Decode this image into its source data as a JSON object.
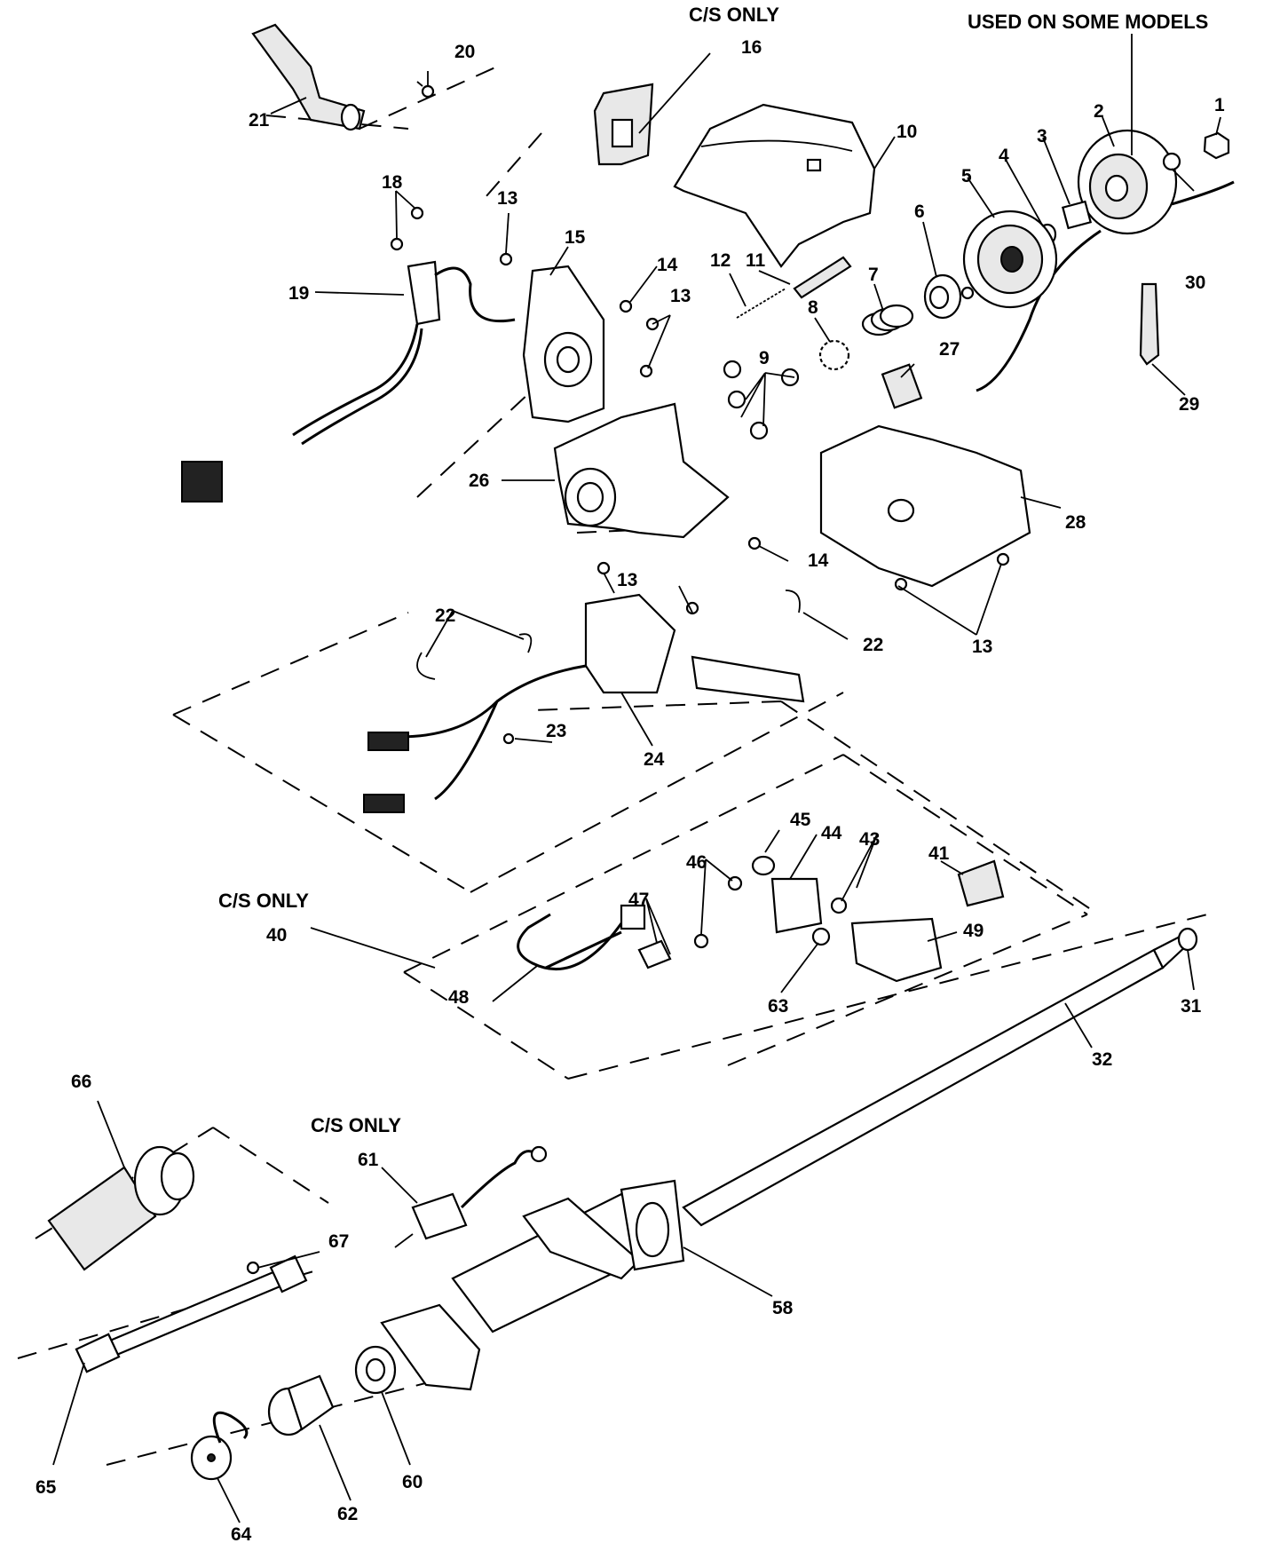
{
  "headers": {
    "cs_only_top": "C/S ONLY",
    "used_on_some_models": "USED ON SOME MODELS",
    "cs_only_mid": "C/S ONLY",
    "cs_only_bottom": "C/S ONLY"
  },
  "callouts": {
    "c1": "1",
    "c2": "2",
    "c3": "3",
    "c4": "4",
    "c5": "5",
    "c6": "6",
    "c7": "7",
    "c8": "8",
    "c9": "9",
    "c10": "10",
    "c11": "11",
    "c12": "12",
    "c13a": "13",
    "c13b": "13",
    "c13c": "13",
    "c13d": "13",
    "c14a": "14",
    "c14b": "14",
    "c15": "15",
    "c16": "16",
    "c18": "18",
    "c19": "19",
    "c20": "20",
    "c21": "21",
    "c22a": "22",
    "c22b": "22",
    "c23": "23",
    "c24": "24",
    "c26": "26",
    "c27": "27",
    "c28": "28",
    "c29": "29",
    "c30": "30",
    "c31": "31",
    "c32": "32",
    "c40": "40",
    "c41": "41",
    "c43": "43",
    "c44": "44",
    "c45": "45",
    "c46": "46",
    "c47": "47",
    "c48": "48",
    "c49": "49",
    "c58": "58",
    "c60": "60",
    "c61": "61",
    "c62": "62",
    "c63": "63",
    "c64": "64",
    "c65": "65",
    "c66": "66",
    "c67": "67"
  }
}
